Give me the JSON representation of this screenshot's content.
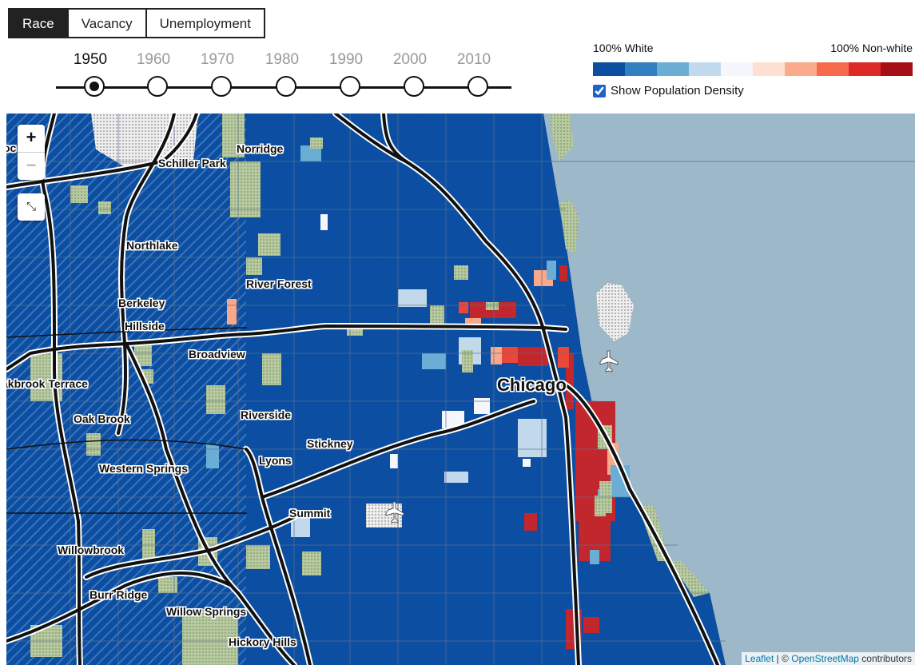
{
  "tabs": [
    {
      "label": "Race",
      "active": true
    },
    {
      "label": "Vacancy",
      "active": false
    },
    {
      "label": "Unemployment",
      "active": false
    }
  ],
  "timeline": {
    "years": [
      "1950",
      "1960",
      "1970",
      "1980",
      "1990",
      "2000",
      "2010"
    ],
    "selected": "1950"
  },
  "legend": {
    "left_label": "100% White",
    "right_label": "100% Non-white",
    "colors": [
      "#0b4ea2",
      "#2f7fc1",
      "#6aaed6",
      "#c2d9ec",
      "#f5f7fc",
      "#fde0d2",
      "#fbaa8c",
      "#f66a4b",
      "#dc2a26",
      "#a50f15"
    ],
    "density_label": "Show Population Density",
    "density_checked": true
  },
  "map": {
    "zoom_in": "+",
    "zoom_out": "−",
    "places": [
      {
        "name": "Schiller Park"
      },
      {
        "name": "Norridge"
      },
      {
        "name": "Northlake"
      },
      {
        "name": "River Forest"
      },
      {
        "name": "Berkeley"
      },
      {
        "name": "Hillside"
      },
      {
        "name": "Broadview"
      },
      {
        "name": "Chicago"
      },
      {
        "name": "akbrook Terrace"
      },
      {
        "name": "Oak Brook"
      },
      {
        "name": "Riverside"
      },
      {
        "name": "Stickney"
      },
      {
        "name": "Lyons"
      },
      {
        "name": "Western Springs"
      },
      {
        "name": "Summit"
      },
      {
        "name": "Willowbrook"
      },
      {
        "name": "Burr Ridge"
      },
      {
        "name": "Willow Springs"
      },
      {
        "name": "Hickory Hills"
      },
      {
        "name": "oc ale"
      }
    ],
    "colors": {
      "water": "#9db8c8",
      "base": "#0b4ea2",
      "park": "#b7c9a0"
    },
    "attribution": {
      "leaflet": "Leaflet",
      "separator": " | © ",
      "osm": "OpenStreetMap",
      "suffix": " contributors"
    }
  }
}
